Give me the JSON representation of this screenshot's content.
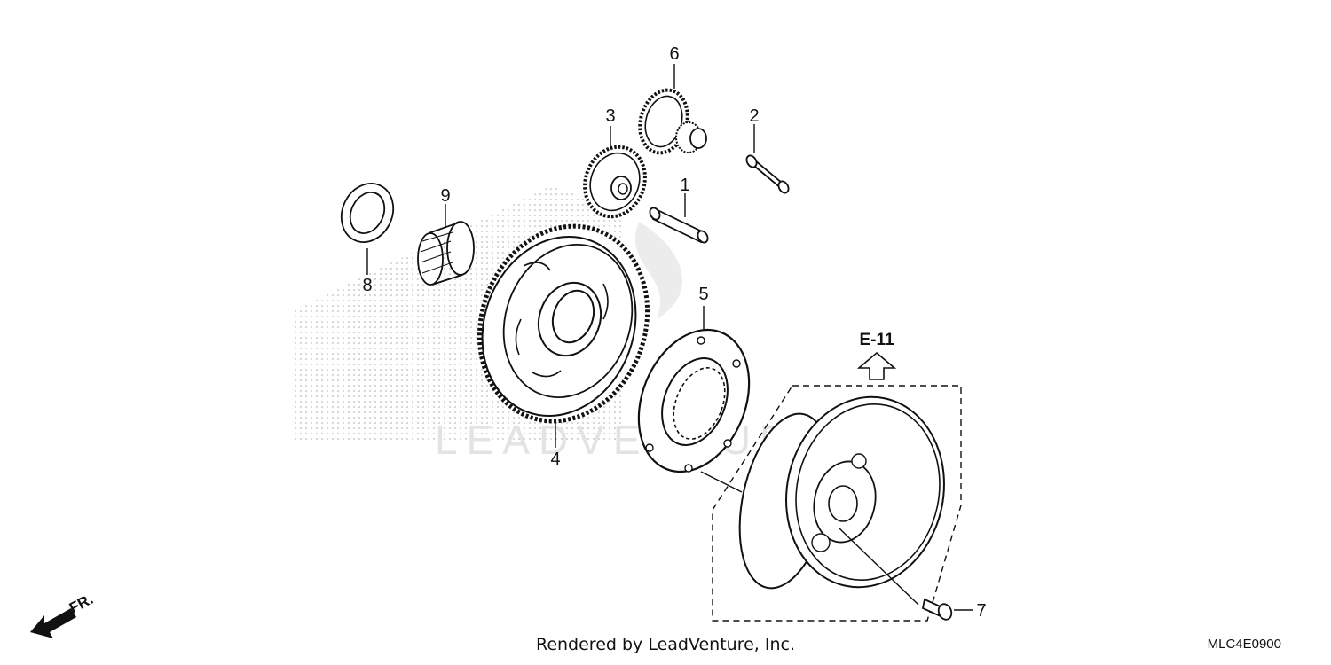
{
  "callouts": {
    "c1": "1",
    "c2": "2",
    "c3": "3",
    "c4": "4",
    "c5": "5",
    "c6": "6",
    "c7": "7",
    "c8": "8",
    "c9": "9"
  },
  "reference_label": "E-11",
  "direction_label": "FR.",
  "footer_text": "Rendered by LeadVenture, Inc.",
  "diagram_code": "MLC4E0900",
  "watermark_text": "LEADVENTURE",
  "colors": {
    "line": "#111111",
    "watermark": "#d8d8d8"
  }
}
